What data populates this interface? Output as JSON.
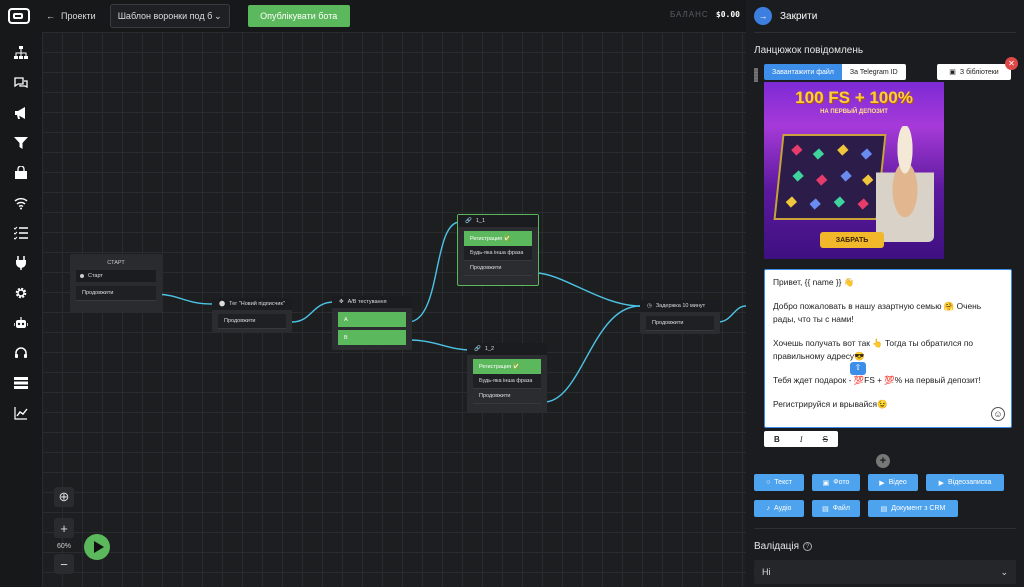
{
  "topbar": {
    "back_label": "Проекти",
    "project_name": "Шаблон воронки под б",
    "publish_label": "Опублікувати бота",
    "balance_label": "БАЛАНС",
    "balance_value": "$0.00"
  },
  "sidebar": {
    "icons": [
      "sitemap-icon",
      "chat-icon",
      "megaphone-icon",
      "filter-icon",
      "bag-icon",
      "wifi-icon",
      "list-icon",
      "plug-icon",
      "gear-icon",
      "robot-icon",
      "headset-icon",
      "server-icon",
      "chart-icon"
    ]
  },
  "canvas": {
    "zoom_level": "60%",
    "nodes": {
      "start": {
        "title": "СТАРТ",
        "row": "Старт",
        "continue": "Продовжити"
      },
      "tag": {
        "title": "Тег \"Новий підписчик\"",
        "continue": "Продовжити"
      },
      "ab": {
        "title": "A/B тестування",
        "a": "A",
        "b": "B"
      },
      "n11": {
        "title": "1_1",
        "green": "Регистрация ✅",
        "any": "Будь-яка інша фраза",
        "continue": "Продовжити"
      },
      "n12": {
        "title": "1_2",
        "green": "Регистрация ✅",
        "any": "Будь-яка інша фраза",
        "continue": "Продовжити"
      },
      "delay": {
        "title": "Задержка 10 минут",
        "continue": "Продовжити"
      }
    }
  },
  "panel": {
    "close_label": "Закрити",
    "chain_title": "Ланцюжок повідомлень",
    "tab_upload": "Завантажити файл",
    "tab_telegram": "За Telegram ID",
    "library_label": "З бібліотеки",
    "banner": {
      "headline": "100 FS + 100%",
      "sub": "НА ПЕРВЫЙ ДЕПОЗИТ",
      "button": "ЗАБРАТЬ"
    },
    "message": {
      "l1": "Привет, {{ name }} 👋",
      "l2": "Добро пожаловать в нашу азартную семью 🤗 Очень рады, что ты с нами!",
      "l3": "Хочешь получать вот так 👆 Тогда ты обратился по правильному адресу😎",
      "l4": "Тебя ждет подарок - 💯FS + 💯% на первый депозит!",
      "l5": "Регистрируйся и врывайся😉"
    },
    "buttons": {
      "text": "Текст",
      "photo": "Фото",
      "video": "Відео",
      "videonote": "Відеозаписка",
      "audio": "Аудіо",
      "file": "Файл",
      "crm": "Документ з CRM"
    },
    "validation_title": "Валідація",
    "validation_value": "Ні"
  }
}
